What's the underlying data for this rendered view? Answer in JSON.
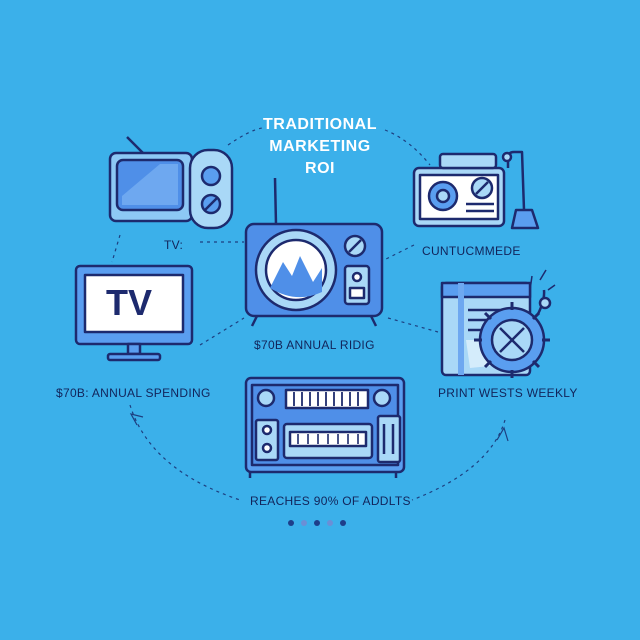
{
  "title": {
    "line1": "TRADITIONAL",
    "line2": "MARKETING",
    "line3": "ROI"
  },
  "labels": {
    "tv_short": "TV:",
    "tv_screen": "TV",
    "radio_center": "$70B ANNUAL RIDIG",
    "top_right": "CUNTUCMMEDE",
    "print": "PRINT WESTS WEEKLY",
    "annual_spending": "$70B: ANNUAL SPENDING",
    "reaches": "REACHES 90% OF ADDLTS"
  },
  "icons": [
    "retro-tv-icon",
    "flat-tv-icon",
    "radio-icon",
    "boombox-icon",
    "newspaper-gear-icon",
    "audio-mixer-icon"
  ],
  "colors": {
    "background": "#3bb0ea",
    "outline": "#1d2a6e",
    "fill_light": "#a9d8f7",
    "fill_mid": "#5a9ef0",
    "title": "#ffffff"
  },
  "pagination": {
    "dot_count": 5,
    "active_dots": [
      0,
      2,
      4
    ]
  }
}
